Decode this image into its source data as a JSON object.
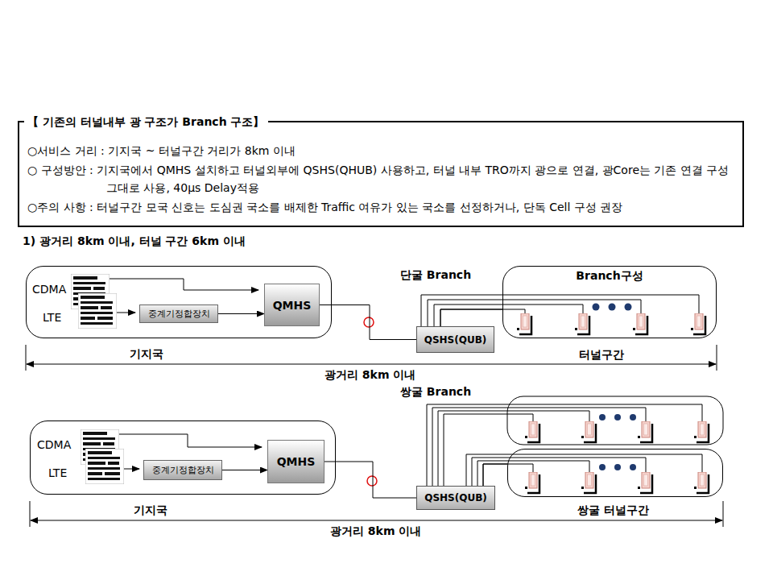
{
  "diagram": {
    "nodes": [
      {
        "text": [
          "【 기존의 터널내부 광 구조가 Branch 구조】",
          "○서비스 거리 : 기지국 ~ 터널구간 거리가 8km 이내",
          "○ 구성방안 : 기지국에서 QMHS 설치하고 터널외부에 QSHS(QHUB) 사용하고, 터널 내부 TRO까지 광으로 연결, 광Core는 기존 연결 구성 그대로 사용, 40μs Delay적용",
          "○주의 사항 : 터널구간 모국 신호는 도심권 국소를 배제한 Traffic 여유가 있는 국소를 선정하거나, 단독 Cell 구성 권장"
        ]
      },
      {
        "text": [
          "기지국"
        ]
      },
      {
        "text": [
          "중계기정합장치"
        ],
        "in": 1
      },
      {
        "text": [
          "QMHS"
        ],
        "in": 1
      },
      {
        "text": [
          "QSHS(QUB)"
        ]
      },
      {
        "text": [
          "Branch구성",
          "터널구간"
        ]
      },
      {
        "text": [
          "기지국"
        ]
      },
      {
        "text": [
          "중계기정합장치"
        ],
        "in": 6
      },
      {
        "text": [
          "QMHS"
        ],
        "in": 6
      },
      {
        "text": [
          "QSHS(QUB)"
        ]
      },
      {
        "text": [
          "쌍굴 터널구간"
        ]
      }
    ],
    "edges": [
      {
        "from": 2,
        "to": 3,
        "arrow": "to"
      },
      {
        "from": 3,
        "to": 4,
        "arrow": "none"
      },
      {
        "from": 4,
        "to": 5,
        "arrow": "none"
      },
      {
        "from": 7,
        "to": 8,
        "arrow": "to"
      },
      {
        "from": 8,
        "to": 9,
        "arrow": "none"
      },
      {
        "from": 9,
        "to": 10,
        "arrow": "none"
      }
    ],
    "labels": [
      "1) 광거리 8km 이내, 터널 구간 6km 이내",
      "CDMA",
      "LTE",
      "단굴 Branch",
      "광거리 8km 이내",
      "CDMA",
      "LTE",
      "쌍굴 Branch",
      "광거리 8km 이내"
    ]
  }
}
